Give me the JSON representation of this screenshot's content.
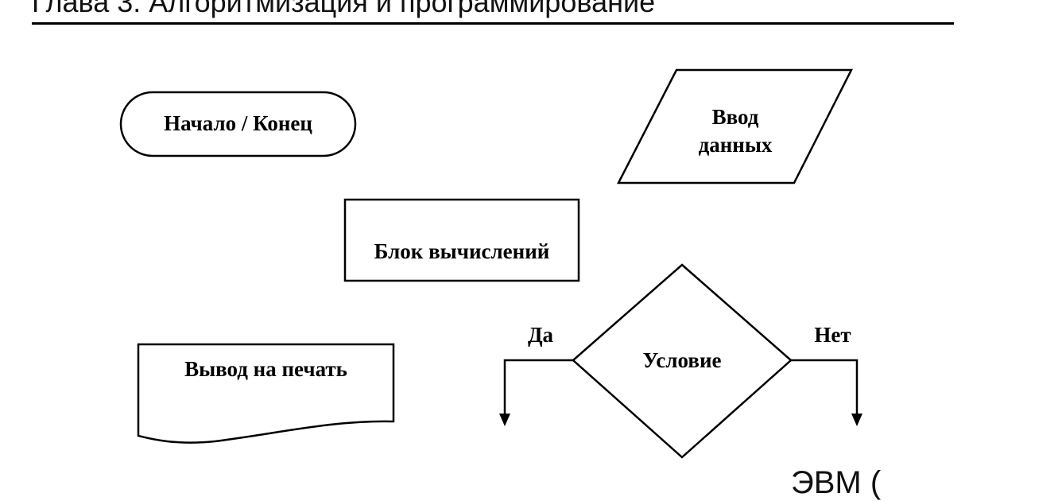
{
  "header": {
    "chapter_title": "Глава 3. Алгоритмизация и программирование"
  },
  "diagram": {
    "start_end": "Начало / Конец",
    "input_line1": "Ввод",
    "input_line2": "данных",
    "process": "Блок вычислений",
    "output": "Вывод на печать",
    "condition": "Условие",
    "branch_yes": "Да",
    "branch_no": "Нет"
  },
  "footer": {
    "partial_text": "ЭВМ ("
  }
}
